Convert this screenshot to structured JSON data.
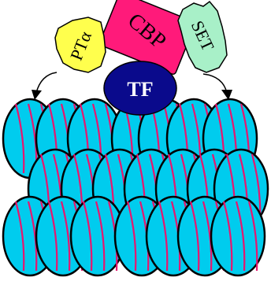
{
  "labels": {
    "cbp": "CBP",
    "tf": "TF",
    "set": "SET",
    "pta": "PTα"
  },
  "colors": {
    "nucleosome_fill": "#00ccee",
    "dna_strand": "#e8166e",
    "outline": "#000000",
    "cbp_fill": "#ff1a7a",
    "tf_fill": "#0a0a8c",
    "set_fill": "#a8f0c8",
    "pta_fill": "#ffff4d",
    "arrow": "#000000"
  },
  "icons": {
    "left_arrow": "curved-arrow-down-left",
    "right_arrow": "curved-arrow-down-right"
  }
}
